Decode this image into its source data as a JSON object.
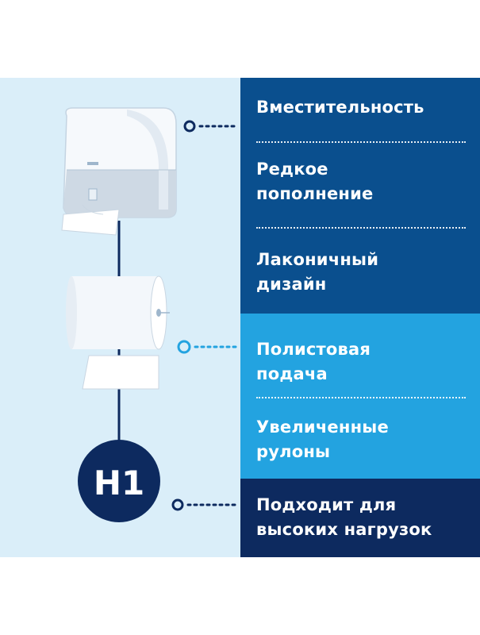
{
  "features_dark": [
    "Вместительность",
    "Редкое пополнение",
    "Лаконичный дизайн"
  ],
  "features_light": [
    "Полистовая подача",
    "Увеличенные рулоны"
  ],
  "features_navy": [
    "Подходит для высоких нагрузок"
  ],
  "badge": "H1",
  "colors": {
    "background": "#daeef9",
    "dark_blue": "#0a4f8e",
    "light_blue": "#23a3e0",
    "navy": "#0d2a5f"
  }
}
